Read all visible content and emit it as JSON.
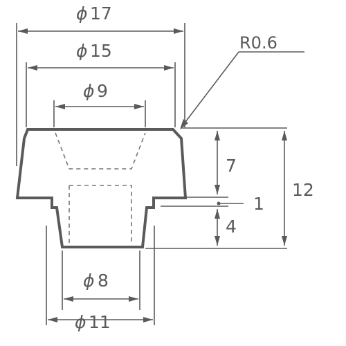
{
  "symbols": {
    "diameter": "ϕ"
  },
  "dimensions": {
    "d17": "17",
    "d15": "15",
    "d9": "9",
    "d8": "8",
    "d11": "11",
    "radius": "R0.6",
    "h7": "7",
    "h12": "12",
    "h1": "1",
    "h4": "4"
  },
  "colors": {
    "line": "#5a5a5a",
    "background": "#ffffff"
  }
}
